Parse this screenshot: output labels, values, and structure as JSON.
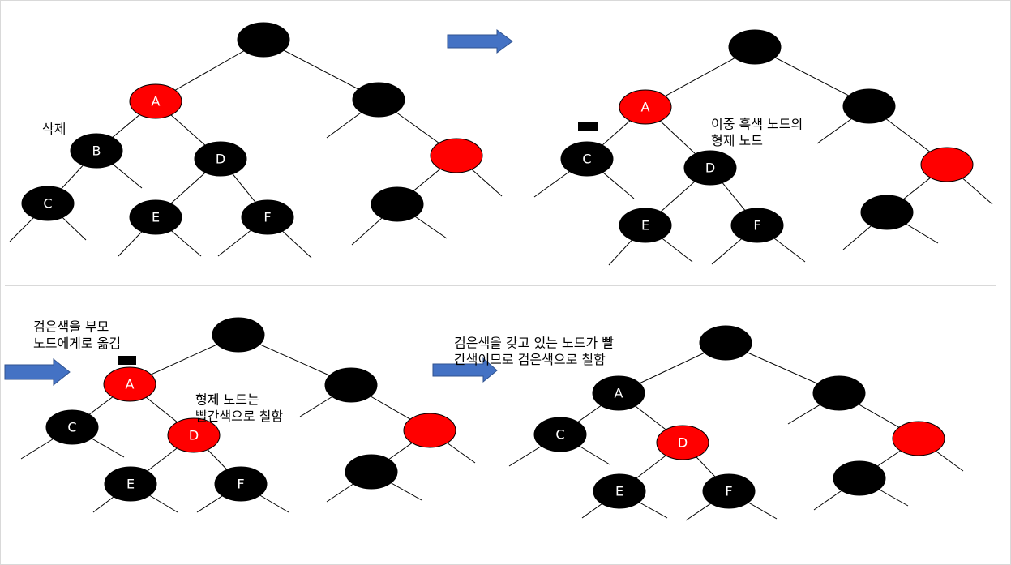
{
  "colors": {
    "black_node": "#000000",
    "red_node": "#ff0000",
    "arrow_fill": "#4472c4",
    "arrow_stroke": "#2f528f",
    "label_text": "#ffffff"
  },
  "panels": [
    {
      "id": "step-1",
      "notes": [
        {
          "lines": [
            "삭제"
          ]
        }
      ],
      "nodes": [
        {
          "id": "root",
          "label": "",
          "color": "black"
        },
        {
          "id": "a",
          "label": "A",
          "color": "red"
        },
        {
          "id": "b",
          "label": "B",
          "color": "black"
        },
        {
          "id": "c",
          "label": "C",
          "color": "black"
        },
        {
          "id": "d",
          "label": "D",
          "color": "black"
        },
        {
          "id": "e",
          "label": "E",
          "color": "black"
        },
        {
          "id": "f",
          "label": "F",
          "color": "black"
        },
        {
          "id": "right",
          "label": "",
          "color": "black"
        },
        {
          "id": "right-red",
          "label": "",
          "color": "red"
        },
        {
          "id": "right-black",
          "label": "",
          "color": "black"
        }
      ]
    },
    {
      "id": "step-2",
      "notes": [
        {
          "lines": [
            "이중 흑색 노드의",
            "형제 노드"
          ]
        }
      ],
      "nodes": [
        {
          "id": "root",
          "label": "",
          "color": "black"
        },
        {
          "id": "a",
          "label": "A",
          "color": "red"
        },
        {
          "id": "c",
          "label": "C",
          "color": "black"
        },
        {
          "id": "d",
          "label": "D",
          "color": "black"
        },
        {
          "id": "e",
          "label": "E",
          "color": "black"
        },
        {
          "id": "f",
          "label": "F",
          "color": "black"
        },
        {
          "id": "right",
          "label": "",
          "color": "black"
        },
        {
          "id": "right-red",
          "label": "",
          "color": "red"
        },
        {
          "id": "right-black",
          "label": "",
          "color": "black"
        }
      ]
    },
    {
      "id": "step-3",
      "notes": [
        {
          "lines": [
            "검은색을 부모",
            "노드에게로 옮김"
          ]
        },
        {
          "lines": [
            "형제 노드는",
            "빨간색으로 칠함"
          ]
        }
      ],
      "nodes": [
        {
          "id": "root",
          "label": "",
          "color": "black"
        },
        {
          "id": "a",
          "label": "A",
          "color": "red"
        },
        {
          "id": "c",
          "label": "C",
          "color": "black"
        },
        {
          "id": "d",
          "label": "D",
          "color": "red"
        },
        {
          "id": "e",
          "label": "E",
          "color": "black"
        },
        {
          "id": "f",
          "label": "F",
          "color": "black"
        },
        {
          "id": "right",
          "label": "",
          "color": "black"
        },
        {
          "id": "right-red",
          "label": "",
          "color": "red"
        },
        {
          "id": "right-black",
          "label": "",
          "color": "black"
        }
      ]
    },
    {
      "id": "step-4",
      "notes": [
        {
          "lines": [
            "검은색을 갖고 있는 노드가 빨",
            "간색이므로 검은색으로 칠함"
          ]
        }
      ],
      "nodes": [
        {
          "id": "root",
          "label": "",
          "color": "black"
        },
        {
          "id": "a",
          "label": "A",
          "color": "black"
        },
        {
          "id": "c",
          "label": "C",
          "color": "black"
        },
        {
          "id": "d",
          "label": "D",
          "color": "red"
        },
        {
          "id": "e",
          "label": "E",
          "color": "black"
        },
        {
          "id": "f",
          "label": "F",
          "color": "black"
        },
        {
          "id": "right",
          "label": "",
          "color": "black"
        },
        {
          "id": "right-red",
          "label": "",
          "color": "red"
        },
        {
          "id": "right-black",
          "label": "",
          "color": "black"
        }
      ]
    }
  ]
}
